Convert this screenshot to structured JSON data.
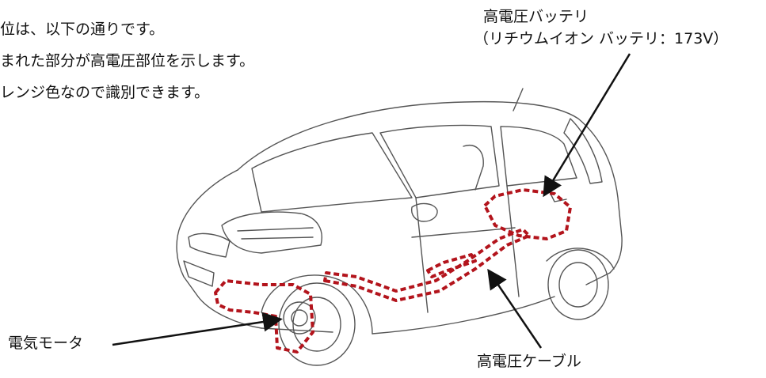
{
  "intro": {
    "line1": "位は、以下の通りです。",
    "line2": "まれた部分が高電圧部位を示します。",
    "line3": "レンジ色なので識別できます。"
  },
  "callouts": {
    "battery_title": "高電圧バッテリ",
    "battery_sub": "（リチウムイオン バッテリ：173V）",
    "motor": "電気モータ",
    "cable": "高電圧ケーブル"
  },
  "colors": {
    "highlight_dashed": "#b3141c",
    "line_art": "#555555",
    "callout_arrow": "#111111"
  }
}
